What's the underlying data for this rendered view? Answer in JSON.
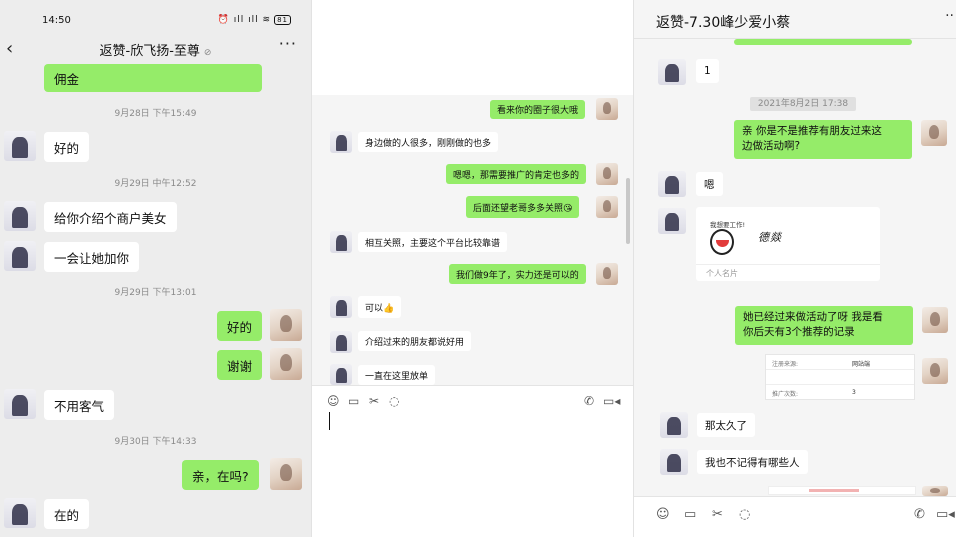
{
  "phone": {
    "status": {
      "time": "14:50",
      "icons": "⏰ ıll ıll ≋",
      "battery": "81"
    },
    "title": "返赞-欣飞扬-至尊",
    "messages": {
      "m0": "佣金",
      "t1": "9月28日 下午15:49",
      "m1": "好的",
      "t2": "9月29日 中午12:52",
      "m2": "给你介绍个商户美女",
      "m3": "一会让她加你",
      "t3": "9月29日 下午13:01",
      "m4": "好的",
      "m5": "谢谢",
      "m6": "不用客气",
      "t4": "9月30日 下午14:33",
      "m7": "亲，在吗?",
      "m8": "在的"
    }
  },
  "desktop1": {
    "messages": {
      "m1": "看来你的圈子很大哦",
      "m2": "身边做的人很多，刚刚做的也多",
      "m3": "嗯嗯，那需要推广的肯定也多的",
      "m4": "后面还望老哥多多关照😘",
      "m5": "相互关照，主要这个平台比较靠谱",
      "m6": "我们做9年了，实力还是可以的",
      "m7": "可以👍",
      "m8": "介绍过来的朋友都说好用",
      "m9": "一直在这里放单"
    }
  },
  "desktop2": {
    "title": "返赞-7.30峰少爱小蔡",
    "timestamp": "2021年8月2日 17:38",
    "messages": {
      "m1": "1",
      "m2": "亲  你是不是推荐有朋友过来这边做活动啊?",
      "m2a": "亲  你是不是推荐有朋友过来这",
      "m2b": "边做活动啊?",
      "m3": "嗯",
      "m4a": "她已经过来做活动了呀  我是看",
      "m4b": "你后天有3个推荐的记录",
      "m5": "那太久了",
      "m6": "我也不记得有哪些人"
    },
    "card": {
      "title": "我想要工作!",
      "signature": "德燚",
      "footer": "个人名片"
    },
    "table": {
      "r1k": "注册来源:",
      "r1v": "网站端",
      "r2k": "",
      "r2v": "",
      "r3k": "推广次数:",
      "r3v": "3"
    }
  },
  "toolbar_icons": [
    "emoji-icon",
    "folder-icon",
    "scissors-icon",
    "chat-history-icon",
    "phone-icon",
    "video-icon"
  ],
  "colors": {
    "green_bubble": "#95ec69",
    "white_bubble": "#ffffff",
    "chat_bg": "#ededed"
  }
}
